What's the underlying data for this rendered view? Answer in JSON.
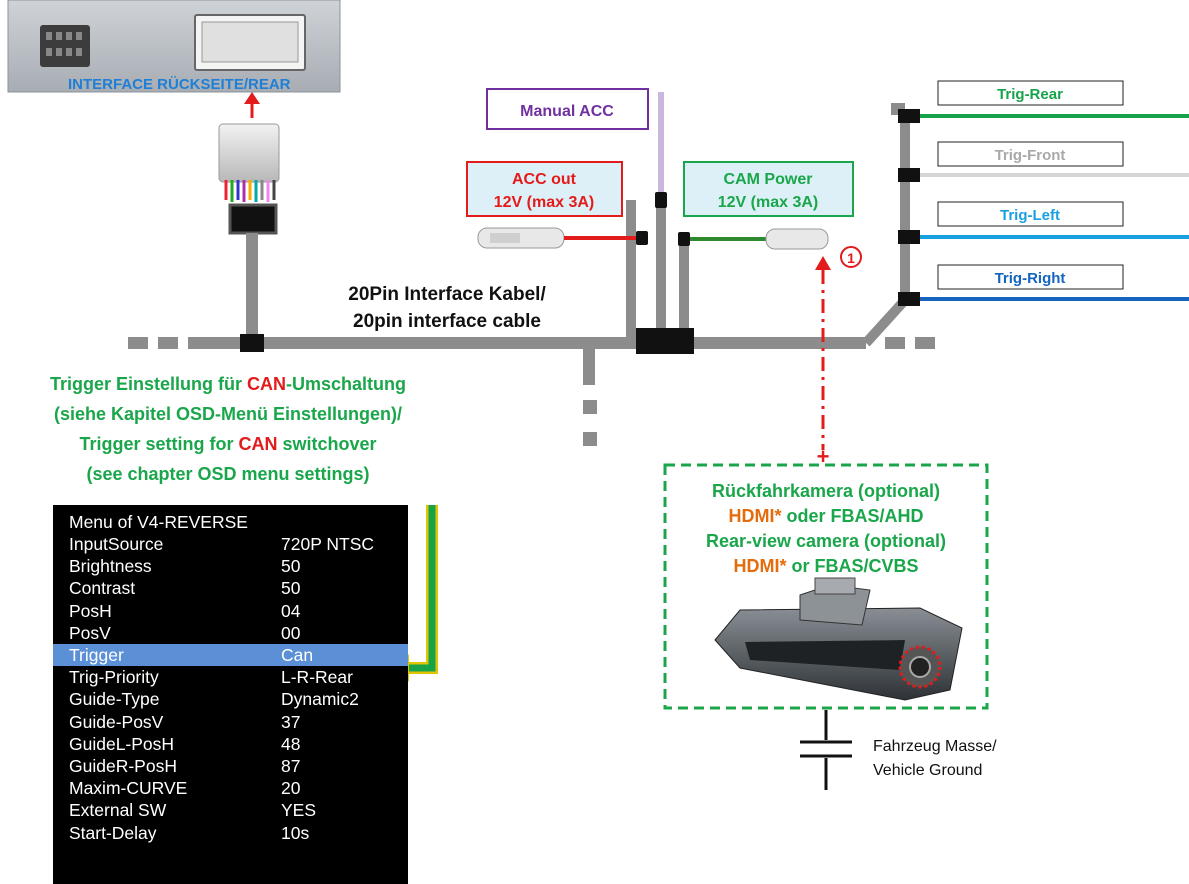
{
  "interface_label": "INTERFACE  RÜCKSEITE/REAR",
  "cable_label": [
    "20Pin Interface Kabel/",
    "20pin interface cable"
  ],
  "manual_acc": "Manual ACC",
  "acc_out": [
    "ACC out",
    "12V (max 3A)"
  ],
  "cam_power": [
    "CAM Power",
    "12V (max 3A)"
  ],
  "marker_number": "1",
  "triggers": [
    {
      "label": "Trig-Rear",
      "color": "#16a34a"
    },
    {
      "label": "Trig-Front",
      "color": "#b0b0b0"
    },
    {
      "label": "Trig-Left",
      "color": "#1aa0e0"
    },
    {
      "label": "Trig-Right",
      "color": "#1565c0"
    }
  ],
  "trigger_note": {
    "line1": {
      "a": "Trigger Einstellung für ",
      "b": "CAN",
      "c": "-Umschaltung"
    },
    "line2": "(siehe Kapitel OSD-Menü Einstellungen)/",
    "line3": {
      "a": "Trigger setting for ",
      "b": "CAN",
      "c": " switchover"
    },
    "line4": "(see chapter OSD menu settings)"
  },
  "camera_box": {
    "l1": "Rückfahrkamera (optional)",
    "l2a": "HDMI*",
    "l2b": " oder FBAS/AHD",
    "l3": "Rear-view camera (optional)",
    "l4a": "HDMI*",
    "l4b": " or FBAS/CVBS"
  },
  "ground": [
    "Fahrzeug Masse/",
    "Vehicle Ground"
  ],
  "menu": {
    "title": "Menu of V4-REVERSE",
    "rows": [
      {
        "k": "InputSource",
        "v": "720P NTSC"
      },
      {
        "k": "Brightness",
        "v": "50"
      },
      {
        "k": "Contrast",
        "v": "50"
      },
      {
        "k": "PosH",
        "v": "04"
      },
      {
        "k": "PosV",
        "v": "00"
      },
      {
        "k": "Trigger",
        "v": "Can"
      },
      {
        "k": "Trig-Priority",
        "v": "L-R-Rear"
      },
      {
        "k": "Guide-Type",
        "v": "Dynamic2"
      },
      {
        "k": "Guide-PosV",
        "v": "37"
      },
      {
        "k": "GuideL-PosH",
        "v": "48"
      },
      {
        "k": "GuideR-PosH",
        "v": "87"
      },
      {
        "k": "Maxim-CURVE",
        "v": "20"
      },
      {
        "k": "External SW",
        "v": "YES"
      },
      {
        "k": "Start-Delay",
        "v": "10s"
      }
    ],
    "selected_index": 5
  },
  "colors": {
    "green": "#1aa64a",
    "red": "#e31b1b",
    "purple": "#7030a0",
    "orange": "#e46c0a",
    "cable": "#8c8c8c"
  }
}
